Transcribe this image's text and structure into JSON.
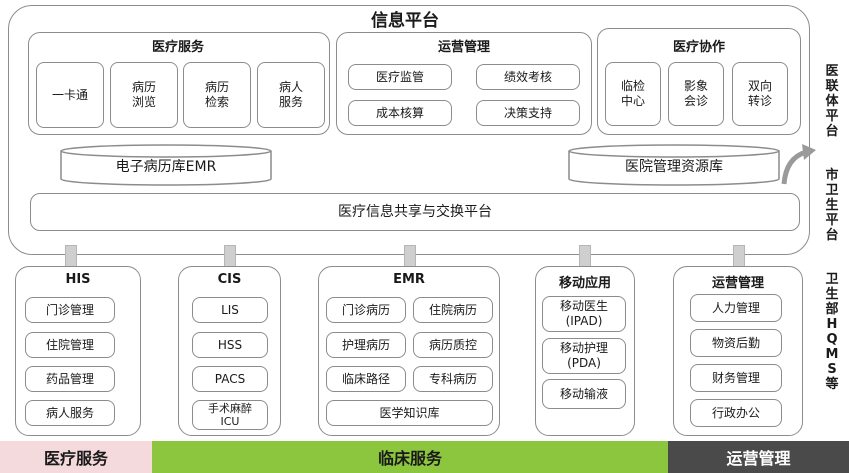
{
  "platform": {
    "title": "信息平台",
    "medical_service": {
      "title": "医疗服务",
      "items": [
        "一卡通",
        "病历\n浏览",
        "病历\n检索",
        "病人\n服务"
      ]
    },
    "operation": {
      "title": "运营管理",
      "items": [
        "医疗监管",
        "绩效考核",
        "成本核算",
        "决策支持"
      ]
    },
    "collaboration": {
      "title": "医疗协作",
      "items": [
        "临检\n中心",
        "影象\n会诊",
        "双向\n转诊"
      ]
    },
    "emr_db": "电子病历库EMR",
    "resource_db": "医院管理资源库",
    "exchange": "医疗信息共享与交换平台"
  },
  "right_labels": {
    "a": "医\n联\n体\n平\n台",
    "b": "市\n卫\n生\n平\n台",
    "c": "卫\n生\n部\nH\nQ\nM\nS\n等"
  },
  "systems": {
    "his": {
      "title": "HIS",
      "items": [
        "门诊管理",
        "住院管理",
        "药品管理",
        "病人服务"
      ]
    },
    "cis": {
      "title": "CIS",
      "items": [
        "LIS",
        "HSS",
        "PACS",
        "手术麻醉\nICU"
      ]
    },
    "emr": {
      "title": "EMR",
      "items": [
        "门诊病历",
        "住院病历",
        "护理病历",
        "病历质控",
        "临床路径",
        "专科病历"
      ],
      "wide": "医学知识库"
    },
    "mobile": {
      "title": "移动应用",
      "items": [
        "移动医生\n(IPAD)",
        "移动护理\n(PDA)",
        "移动输液"
      ]
    },
    "ops": {
      "title": "运营管理",
      "items": [
        "人力管理",
        "物资后勤",
        "财务管理",
        "行政办公"
      ]
    }
  },
  "bands": {
    "medical": "医疗服务",
    "clinical": "临床服务",
    "ops": "运营管理"
  },
  "colors": {
    "medical": "#f4d9dd",
    "clinical": "#8cc63f",
    "ops": "#4a4a4a"
  }
}
